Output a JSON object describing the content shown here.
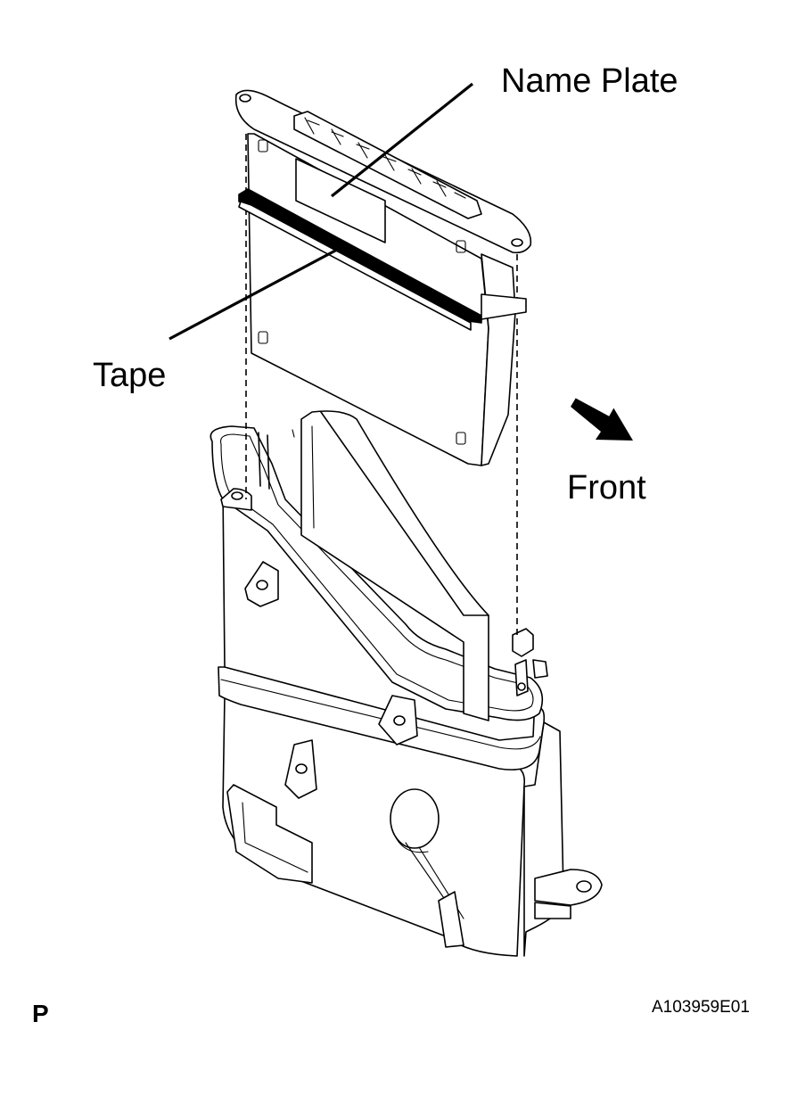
{
  "labels": {
    "name_plate": "Name Plate",
    "tape": "Tape",
    "front": "Front"
  },
  "footer": {
    "section_letter": "P",
    "figure_id": "A103959E01"
  },
  "icons": {
    "front_arrow": "arrow-down-right-icon"
  },
  "colors": {
    "line": "#000000",
    "background": "#ffffff"
  }
}
